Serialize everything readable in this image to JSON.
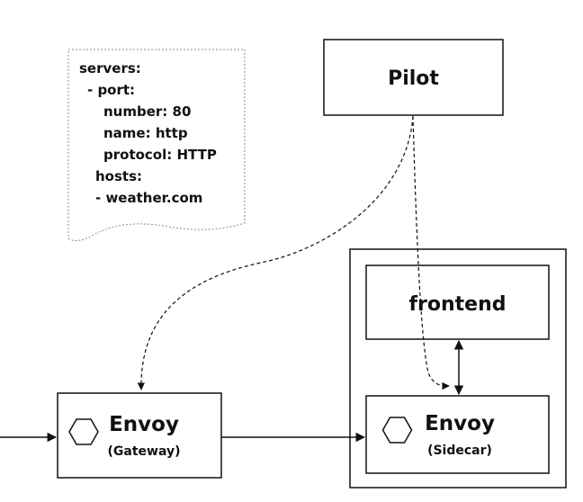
{
  "config_note": {
    "lines": [
      "servers:",
      "- port:",
      "number: 80",
      "name: http",
      "protocol: HTTP",
      "hosts:",
      "- weather.com"
    ]
  },
  "nodes": {
    "pilot": {
      "label": "Pilot"
    },
    "gateway": {
      "title": "Envoy",
      "subtitle": "(Gateway)"
    },
    "frontend": {
      "label": "frontend"
    },
    "sidecar": {
      "title": "Envoy",
      "subtitle": "(Sidecar)"
    }
  },
  "icons": {
    "gateway_icon": "hexagon-icon",
    "sidecar_icon": "hexagon-icon"
  },
  "colors": {
    "stroke": "#111111",
    "note_border": "#8c8c8c",
    "background": "#ffffff"
  }
}
